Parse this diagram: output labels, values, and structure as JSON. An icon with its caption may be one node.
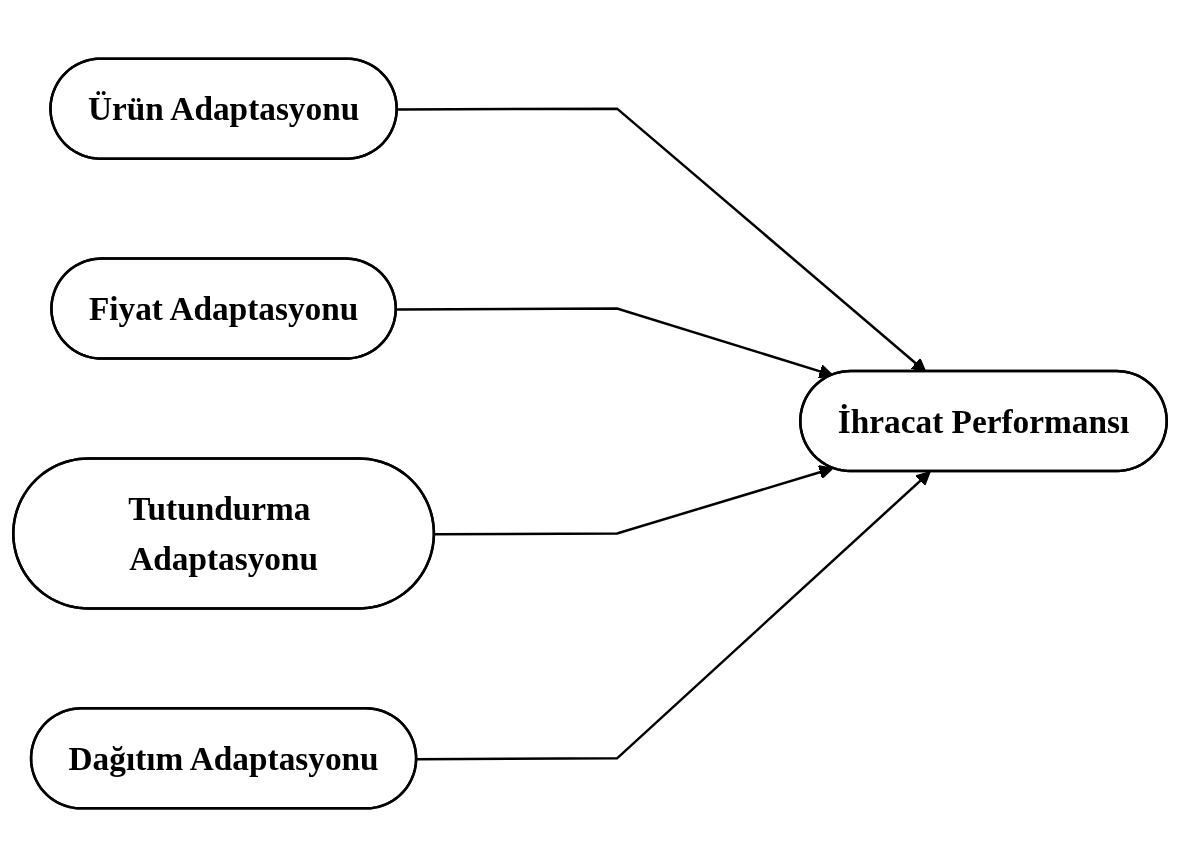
{
  "diagram": {
    "nodes": [
      {
        "text": [
          "Ürün Adaptasyonu"
        ]
      },
      {
        "text": [
          "Fiyat Adaptasyonu"
        ]
      },
      {
        "text": [
          "Tutundurma Adaptasyonu"
        ]
      },
      {
        "text": [
          "Dağıtım Adaptasyonu"
        ]
      },
      {
        "text": [
          "İhracat Performansı"
        ]
      }
    ],
    "edges": [
      {
        "from": 0,
        "to": 4,
        "arrow": "to"
      },
      {
        "from": 1,
        "to": 4,
        "arrow": "to"
      },
      {
        "from": 2,
        "to": 4,
        "arrow": "to"
      },
      {
        "from": 3,
        "to": 4,
        "arrow": "to"
      }
    ]
  }
}
